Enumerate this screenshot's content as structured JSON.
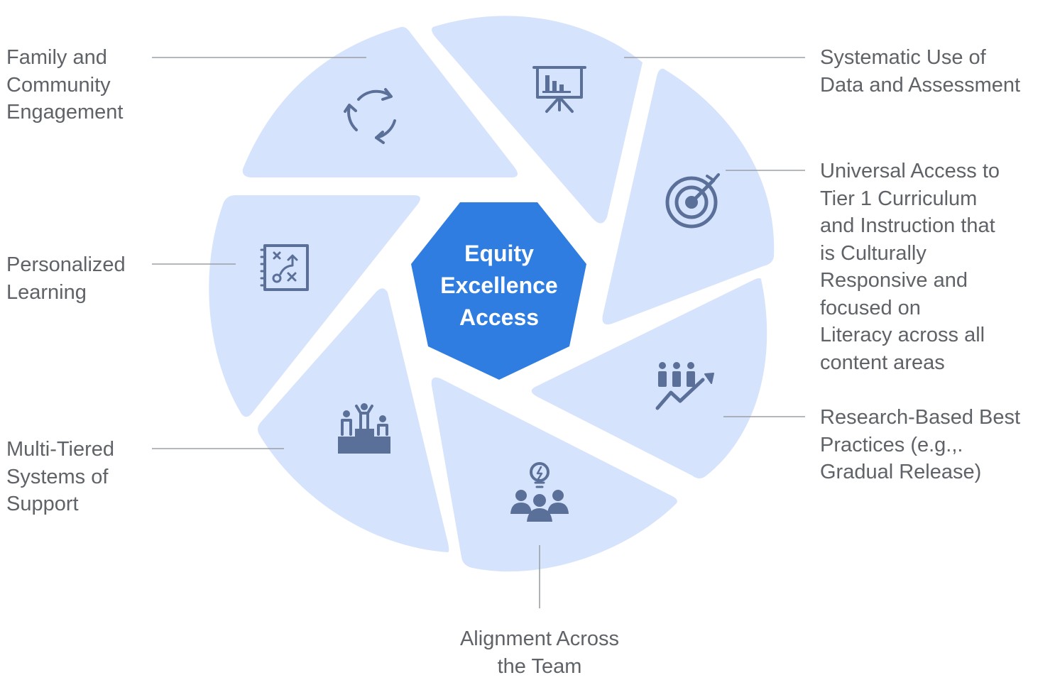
{
  "center": {
    "lines": [
      "Equity",
      "Excellence",
      "Access"
    ]
  },
  "segments": [
    {
      "id": "family",
      "lines": [
        "Family and",
        "Community",
        "Engagement"
      ],
      "icon": "refresh-cycle-icon"
    },
    {
      "id": "data",
      "lines": [
        "Systematic Use of",
        "Data and Assessment"
      ],
      "icon": "presentation-chart-icon"
    },
    {
      "id": "universal",
      "lines": [
        "Universal Access to",
        "Tier 1 Curriculum",
        "and Instruction that",
        "is Culturally",
        "Responsive and",
        "focused on",
        "Literacy across all",
        "content areas"
      ],
      "icon": "target-arrow-icon"
    },
    {
      "id": "research",
      "lines": [
        "Research-Based Best",
        "Practices (e.g.,.",
        "Gradual Release)"
      ],
      "icon": "growth-people-icon"
    },
    {
      "id": "alignment",
      "lines": [
        "Alignment Across",
        "the Team"
      ],
      "icon": "team-idea-icon"
    },
    {
      "id": "mtss",
      "lines": [
        "Multi-Tiered",
        "Systems of",
        "Support"
      ],
      "icon": "podium-icon"
    },
    {
      "id": "personalized",
      "lines": [
        "Personalized",
        "Learning"
      ],
      "icon": "strategy-board-icon"
    }
  ],
  "colors": {
    "segment_fill": "#d6e3fc",
    "center_fill": "#2f7de1",
    "icon_color": "#5b7099",
    "label_color": "#5f6368",
    "leader_color": "#9aa0a6"
  }
}
